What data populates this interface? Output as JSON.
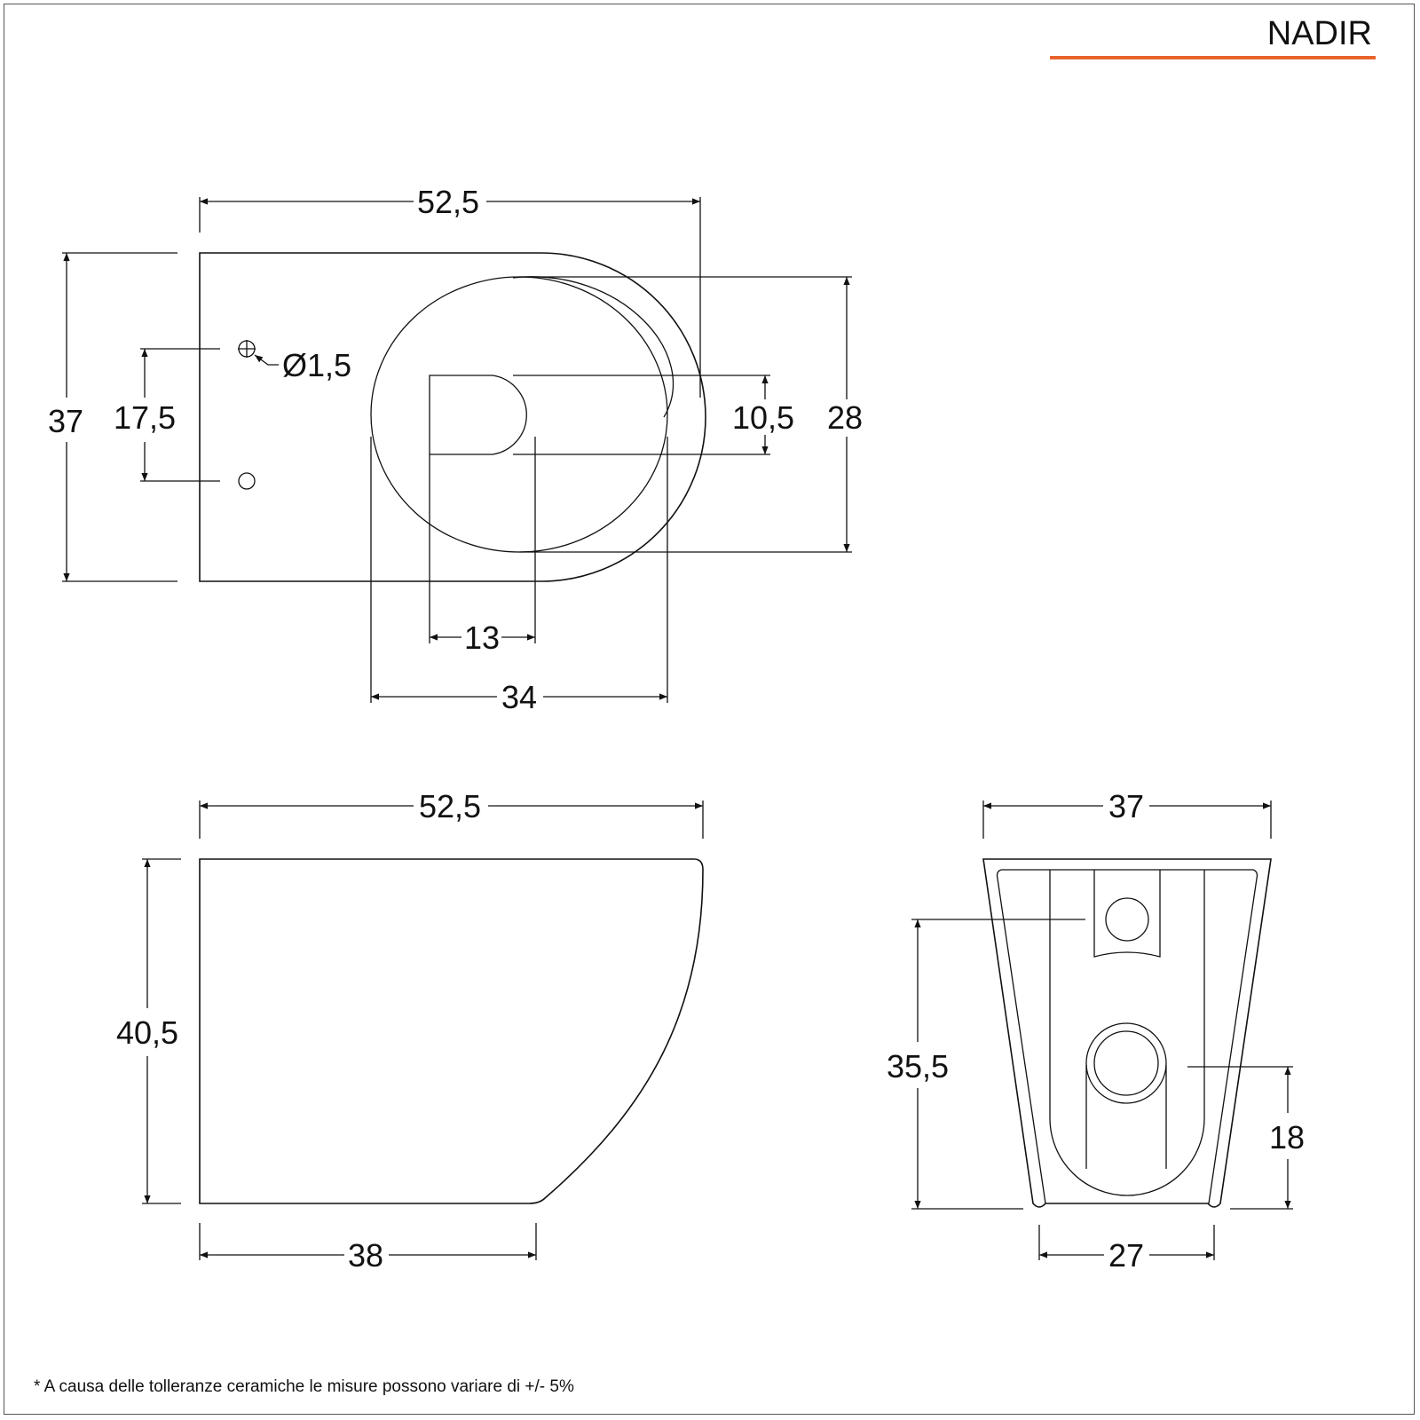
{
  "brand": {
    "name": "NADIR",
    "accent_color": "#e8642c"
  },
  "top_view": {
    "width_label": "52,5",
    "depth_label": "37",
    "fixing_distance_label": "17,5",
    "hole_diameter_label": "Ø1,5",
    "drain_height_label": "10,5",
    "bowl_depth_label": "28",
    "drain_width_label": "13",
    "bowl_width_label": "34"
  },
  "side_view": {
    "width_label": "52,5",
    "height_label": "40,5",
    "base_length_label": "38"
  },
  "back_view": {
    "width_label": "37",
    "upper_pipe_height_label": "35,5",
    "lower_pipe_height_label": "18",
    "base_width_label": "27"
  },
  "footer": {
    "note": "* A causa delle tolleranze ceramiche le misure possono variare di +/- 5%"
  }
}
